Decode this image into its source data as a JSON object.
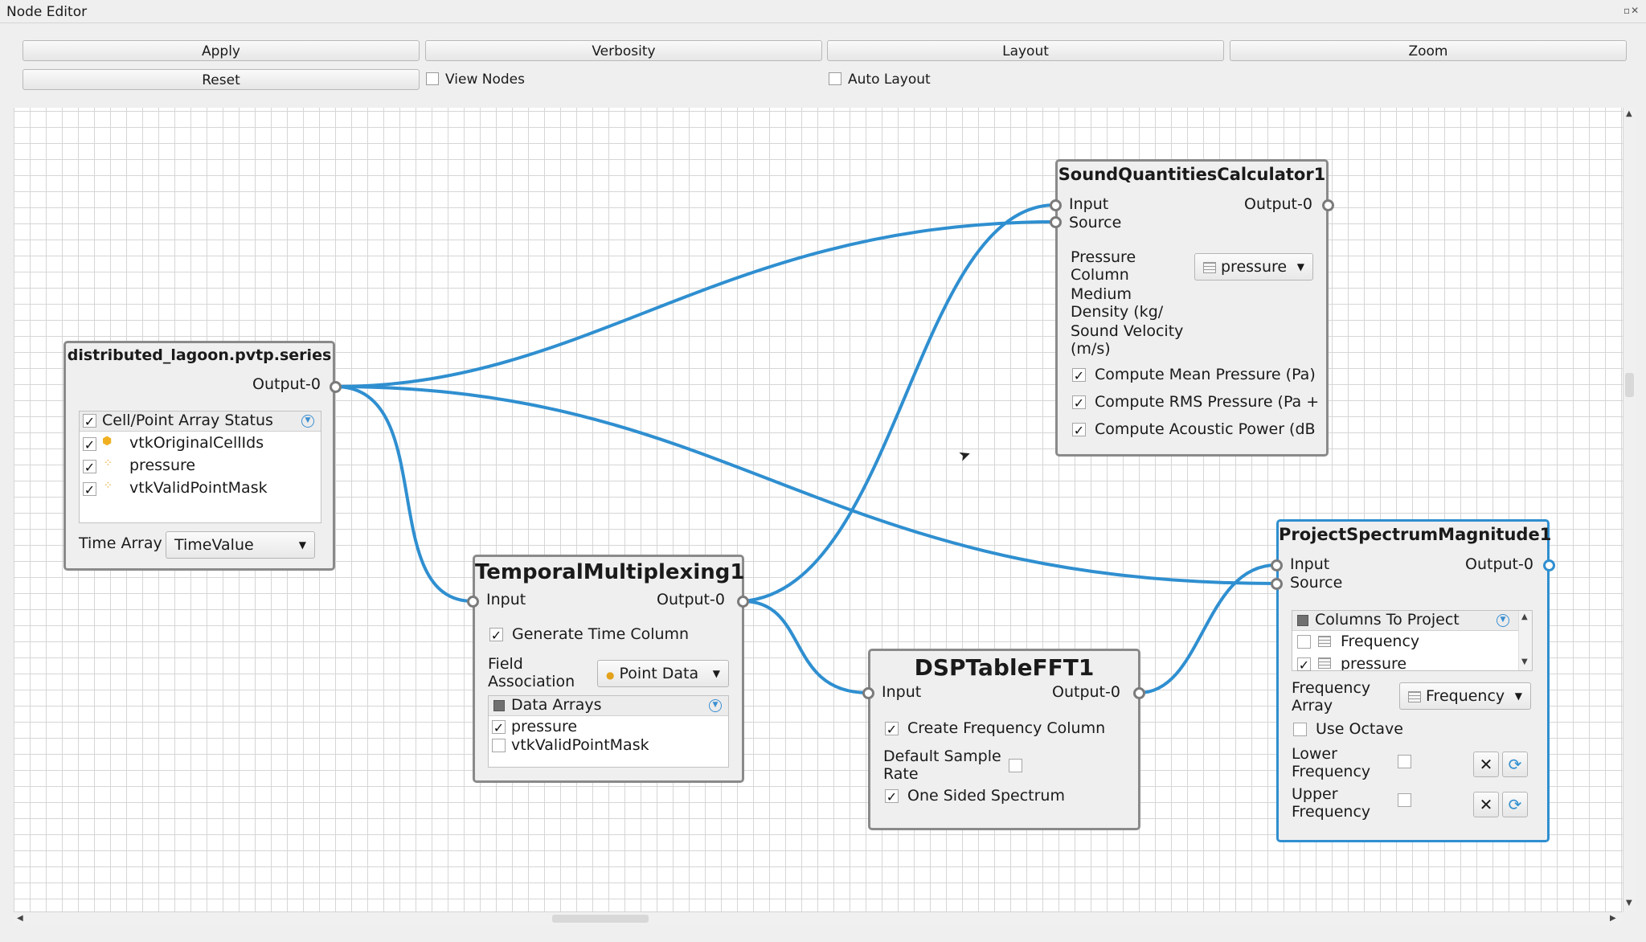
{
  "window": {
    "title": "Node Editor"
  },
  "toolbar": {
    "apply": "Apply",
    "verbosity": "Verbosity",
    "layout": "Layout",
    "zoom": "Zoom",
    "reset": "Reset",
    "view_nodes": "View Nodes",
    "auto_layout": "Auto Layout",
    "view_nodes_checked": false,
    "auto_layout_checked": false
  },
  "colors": {
    "link": "#2f8fd0",
    "selected_border": "#2f8fd0",
    "node_border": "#8a8a8a"
  },
  "nodes": {
    "source": {
      "title": "distributed_lagoon.pvtp.series",
      "output": "Output-0",
      "array_header": "Cell/Point Array Status",
      "arrays": [
        "vtkOriginalCellIds",
        "pressure",
        "vtkValidPointMask"
      ],
      "time_label": "Time Array",
      "time_value": "TimeValue"
    },
    "temporal": {
      "title": "TemporalMultiplexing1",
      "input": "Input",
      "output": "Output-0",
      "gen_time": "Generate Time Column",
      "field_label_1": "Field",
      "field_label_2": "Association",
      "field_value": "Point Data",
      "arrays_header": "Data Arrays",
      "arrays": [
        "pressure",
        "vtkValidPointMask"
      ]
    },
    "fft": {
      "title": "DSPTableFFT1",
      "input": "Input",
      "output": "Output-0",
      "create_freq": "Create Frequency Column",
      "sample_label_1": "Default Sample",
      "sample_label_2": "Rate",
      "one_sided": "One Sided Spectrum"
    },
    "sound": {
      "title": "SoundQuantitiesCalculator1",
      "input": "Input",
      "source": "Source",
      "output": "Output-0",
      "pressure_col_1": "Pressure",
      "pressure_col_2": "Column",
      "pressure_value": "pressure",
      "density_1": "Medium",
      "density_2": "Density (kg/",
      "velocity_1": "Sound Velocity",
      "velocity_2": "(m/s)",
      "mean": "Compute Mean Pressure (Pa)",
      "rms": "Compute RMS Pressure (Pa +",
      "power": "Compute Acoustic Power (dB"
    },
    "project": {
      "title": "ProjectSpectrumMagnitude1",
      "input": "Input",
      "source": "Source",
      "output": "Output-0",
      "columns_header": "Columns To Project",
      "columns": [
        "Frequency",
        "pressure"
      ],
      "freq_array_1": "Frequency",
      "freq_array_2": "Array",
      "freq_array_value": "Frequency",
      "octave": "Use Octave",
      "lower_1": "Lower",
      "lower_2": "Frequency",
      "upper_1": "Upper",
      "upper_2": "Frequency"
    }
  }
}
